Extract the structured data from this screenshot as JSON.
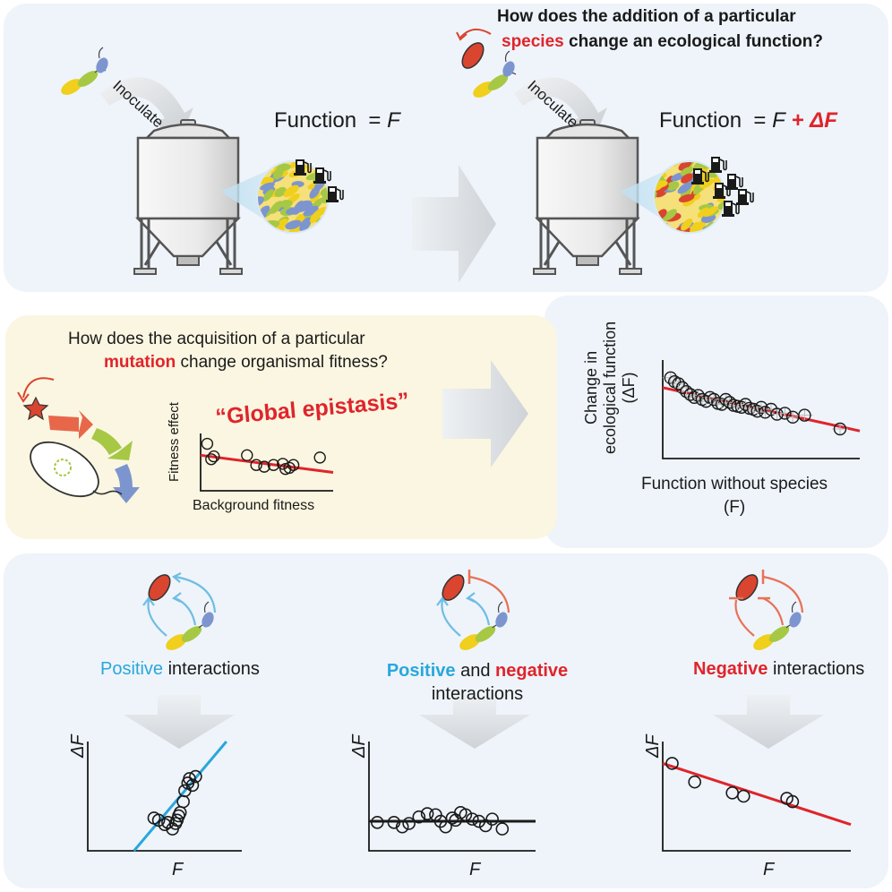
{
  "colors": {
    "red": "#e0242b",
    "blue": "#29a7dc",
    "black": "#1a1a1a",
    "panel_blue": "#eef4fa",
    "panel_yellow": "#fbf6e1",
    "arrow_grey": "#d7dadd",
    "species_yellow": "#f0cf1d",
    "species_green": "#a6c845",
    "species_blue": "#7d95cf",
    "species_red": "#d9452f"
  },
  "top": {
    "question_line1": "How does the addition of a particular",
    "question_word_species": "species",
    "question_line2_rest": "change an ecological function?",
    "inoculate_1": "Inoculate",
    "inoculate_2": "Inoculate",
    "function_1_label": "Function",
    "function_1_eq": "=",
    "function_1_F": "F",
    "function_2_label": "Function",
    "function_2_eq": "=",
    "function_2_F": "F",
    "function_2_delta": "+ ΔF",
    "icons": [
      "fuel-pump-icon",
      "bioreactor-icon",
      "microbe-icon"
    ]
  },
  "middle_left": {
    "question_line1": "How does the acquisition of a particular",
    "question_word_mutation": "mutation",
    "question_line2_rest": "change organismal fitness?",
    "global_epistasis": "“Global epistasis”",
    "ylabel": "Fitness effect",
    "xlabel": "Background fitness"
  },
  "middle_right": {
    "ylabel_line1": "Change in",
    "ylabel_line2": "ecological function",
    "ylabel_line3": "(ΔF)",
    "xlabel_line1": "Function without species",
    "xlabel_line2": "(F)"
  },
  "bottom": {
    "col1_word": "Positive",
    "col1_rest": "interactions",
    "col2_word1": "Positive",
    "col2_and": "and",
    "col2_word2": "negative",
    "col2_line2": "interactions",
    "col3_word": "Negative",
    "col3_rest": "interactions"
  },
  "chart_data": [
    {
      "type": "scatter",
      "ylabel": "Fitness effect",
      "xlabel": "Background fitness",
      "x": [
        0.05,
        0.08,
        0.1,
        0.35,
        0.42,
        0.48,
        0.55,
        0.62,
        0.64,
        0.67,
        0.7,
        0.9
      ],
      "y": [
        0.82,
        0.55,
        0.6,
        0.62,
        0.45,
        0.42,
        0.45,
        0.47,
        0.38,
        0.4,
        0.45,
        0.58
      ],
      "fit": {
        "x": [
          0,
          1
        ],
        "y": [
          0.62,
          0.32
        ],
        "color": "#e0242b"
      }
    },
    {
      "type": "scatter",
      "ylabel": "Change in ecological function (ΔF)",
      "xlabel": "Function without species (F)",
      "x": [
        0.04,
        0.06,
        0.08,
        0.1,
        0.12,
        0.14,
        0.16,
        0.18,
        0.2,
        0.22,
        0.24,
        0.26,
        0.28,
        0.3,
        0.32,
        0.34,
        0.36,
        0.38,
        0.4,
        0.42,
        0.44,
        0.46,
        0.48,
        0.5,
        0.52,
        0.55,
        0.58,
        0.62,
        0.66,
        0.72,
        0.9
      ],
      "y": [
        0.82,
        0.78,
        0.76,
        0.72,
        0.68,
        0.65,
        0.62,
        0.64,
        0.6,
        0.58,
        0.62,
        0.6,
        0.56,
        0.55,
        0.6,
        0.57,
        0.54,
        0.53,
        0.52,
        0.55,
        0.51,
        0.5,
        0.48,
        0.52,
        0.47,
        0.5,
        0.45,
        0.46,
        0.42,
        0.44,
        0.3
      ],
      "fit": {
        "x": [
          0,
          1
        ],
        "y": [
          0.72,
          0.28
        ],
        "color": "#e0242b"
      }
    },
    {
      "type": "scatter",
      "ylabel": "ΔF",
      "xlabel": "F",
      "x": [
        0.43,
        0.46,
        0.5,
        0.52,
        0.55,
        0.57,
        0.58,
        0.59,
        0.6,
        0.62,
        0.63,
        0.65,
        0.66,
        0.68,
        0.7
      ],
      "y": [
        0.3,
        0.28,
        0.24,
        0.26,
        0.2,
        0.25,
        0.28,
        0.32,
        0.35,
        0.45,
        0.55,
        0.62,
        0.66,
        0.6,
        0.68
      ],
      "fit": {
        "x": [
          0.3,
          0.9
        ],
        "y": [
          0.0,
          1.0
        ],
        "color": "#29a7dc"
      }
    },
    {
      "type": "scatter",
      "ylabel": "ΔF",
      "xlabel": "F",
      "x": [
        0.05,
        0.15,
        0.2,
        0.24,
        0.3,
        0.35,
        0.4,
        0.43,
        0.46,
        0.5,
        0.52,
        0.55,
        0.58,
        0.62,
        0.66,
        0.7,
        0.74,
        0.8
      ],
      "y": [
        0.26,
        0.26,
        0.22,
        0.25,
        0.31,
        0.34,
        0.33,
        0.27,
        0.22,
        0.3,
        0.28,
        0.35,
        0.33,
        0.29,
        0.27,
        0.23,
        0.29,
        0.2
      ],
      "fit": {
        "x": [
          0,
          1
        ],
        "y": [
          0.27,
          0.27
        ],
        "color": "#1a1a1a"
      }
    },
    {
      "type": "scatter",
      "ylabel": "ΔF",
      "xlabel": "F",
      "x": [
        0.05,
        0.17,
        0.37,
        0.43,
        0.66,
        0.69
      ],
      "y": [
        0.8,
        0.63,
        0.53,
        0.5,
        0.48,
        0.45
      ],
      "fit": {
        "x": [
          0,
          1
        ],
        "y": [
          0.8,
          0.24
        ],
        "color": "#e0242b"
      }
    }
  ]
}
